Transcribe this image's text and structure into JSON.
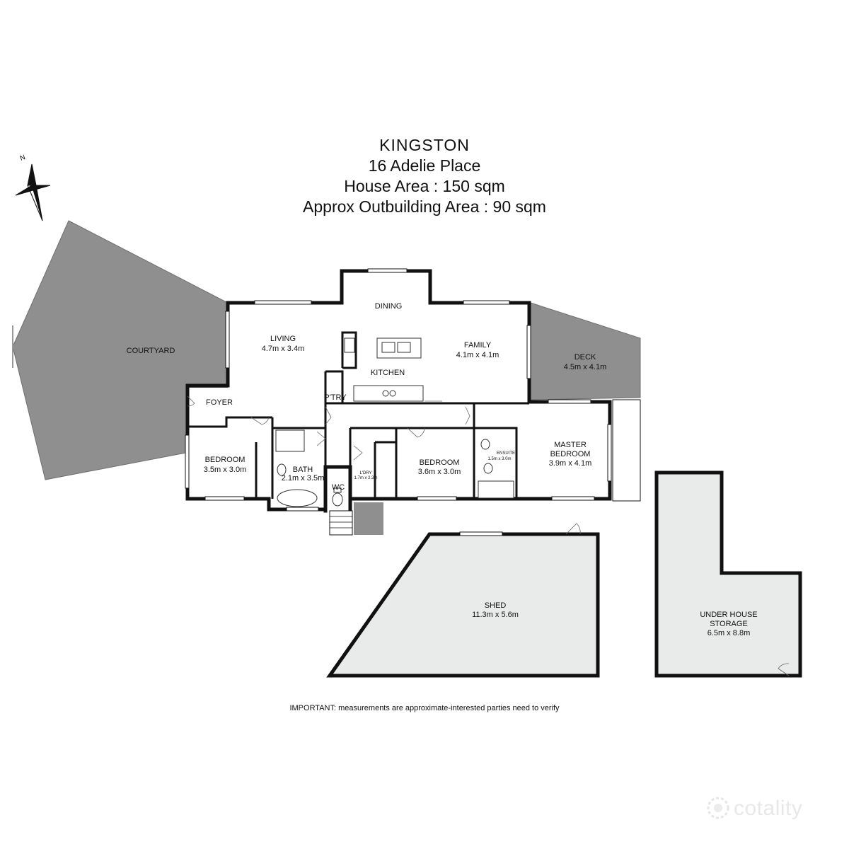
{
  "header": {
    "suburb": "KINGSTON",
    "address": "16 Adelie Place",
    "house_area": "House Area : 150 sqm",
    "outbuilding_area": "Approx Outbuilding Area : 90 sqm"
  },
  "compass": {
    "label": "N"
  },
  "rooms": {
    "courtyard": {
      "name": "COURTYARD"
    },
    "dining": {
      "name": "DINING"
    },
    "living": {
      "name": "LIVING",
      "size": "4.7m x 3.4m"
    },
    "family": {
      "name": "FAMILY",
      "size": "4.1m x 4.1m"
    },
    "kitchen": {
      "name": "KITCHEN"
    },
    "pantry": {
      "name": "P'TRY"
    },
    "deck": {
      "name": "DECK",
      "size": "4.5m x 4.1m"
    },
    "foyer": {
      "name": "FOYER"
    },
    "bedroom1": {
      "name": "BEDROOM",
      "size": "3.5m x 3.0m"
    },
    "bath": {
      "name": "BATH",
      "size": "2.1m x 3.5m"
    },
    "wc": {
      "name": "WC"
    },
    "laundry": {
      "name": "L'DRY",
      "size": "1.7m x 2.3m"
    },
    "bedroom2": {
      "name": "BEDROOM",
      "size": "3.6m x 3.0m"
    },
    "ensuite": {
      "name": "ENSUITE",
      "size": "1.5m x 3.0m"
    },
    "master": {
      "name_line1": "MASTER",
      "name_line2": "BEDROOM",
      "size": "3.9m x 4.1m"
    },
    "shed": {
      "name": "SHED",
      "size": "11.3m x 5.6m"
    },
    "storage": {
      "name_line1": "UNDER HOUSE",
      "name_line2": "STORAGE",
      "size": "6.5m x 8.8m"
    }
  },
  "footer": {
    "disclaimer_bold": "IMPORTANT",
    "disclaimer_text": ": measurements are approximate-interested parties need to verify"
  },
  "brand": {
    "name": "cotality",
    "icon": "cotality-logo-icon"
  },
  "colors": {
    "outdoor": "#8f8f8f",
    "shed_floor": "#e9eaea",
    "walls": "#111111"
  }
}
